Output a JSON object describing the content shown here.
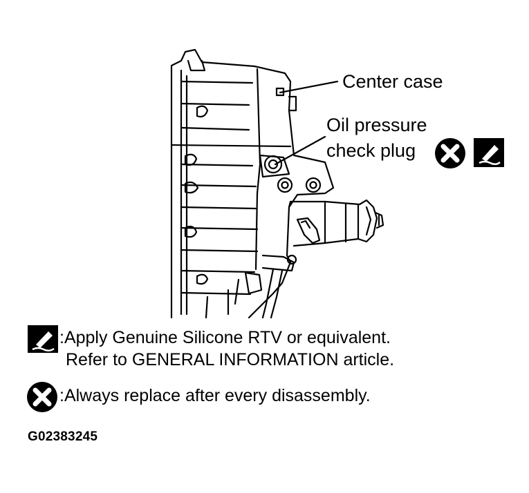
{
  "callouts": {
    "center_case": "Center case",
    "oil_line1": "Oil pressure",
    "oil_line2": "check plug"
  },
  "legend": {
    "sealant_line1": ":Apply Genuine Silicone RTV or equivalent.",
    "sealant_line2": "Refer to GENERAL INFORMATION article.",
    "replace": ":Always replace after every disassembly."
  },
  "figure_code": "G02383245",
  "icons": [
    "sealant-icon",
    "replace-x-icon"
  ]
}
